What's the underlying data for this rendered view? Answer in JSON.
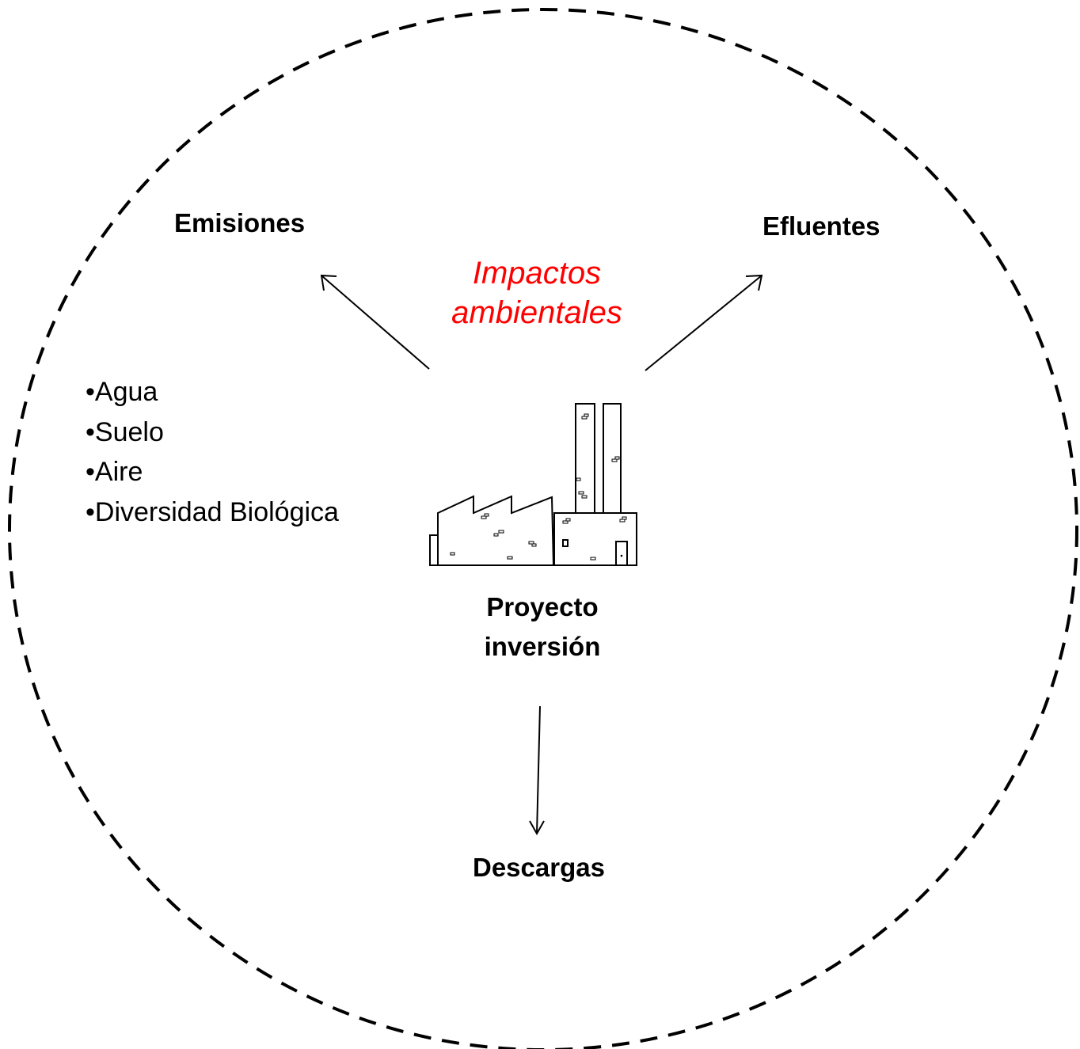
{
  "diagram": {
    "center_title_line1": "Impactos",
    "center_title_line2": "ambientales",
    "project_line1": "Proyecto",
    "project_line2": "inversión",
    "outputs": {
      "left": "Emisiones",
      "right": "Efluentes",
      "bottom": "Descargas"
    },
    "receptors": [
      "•Agua",
      "•Suelo",
      "•Aire",
      "•Diversidad Biológica"
    ],
    "icons": {
      "project": "factory-icon"
    },
    "colors": {
      "title": "#ff0000",
      "boundary": "#000000",
      "text": "#000000"
    }
  }
}
